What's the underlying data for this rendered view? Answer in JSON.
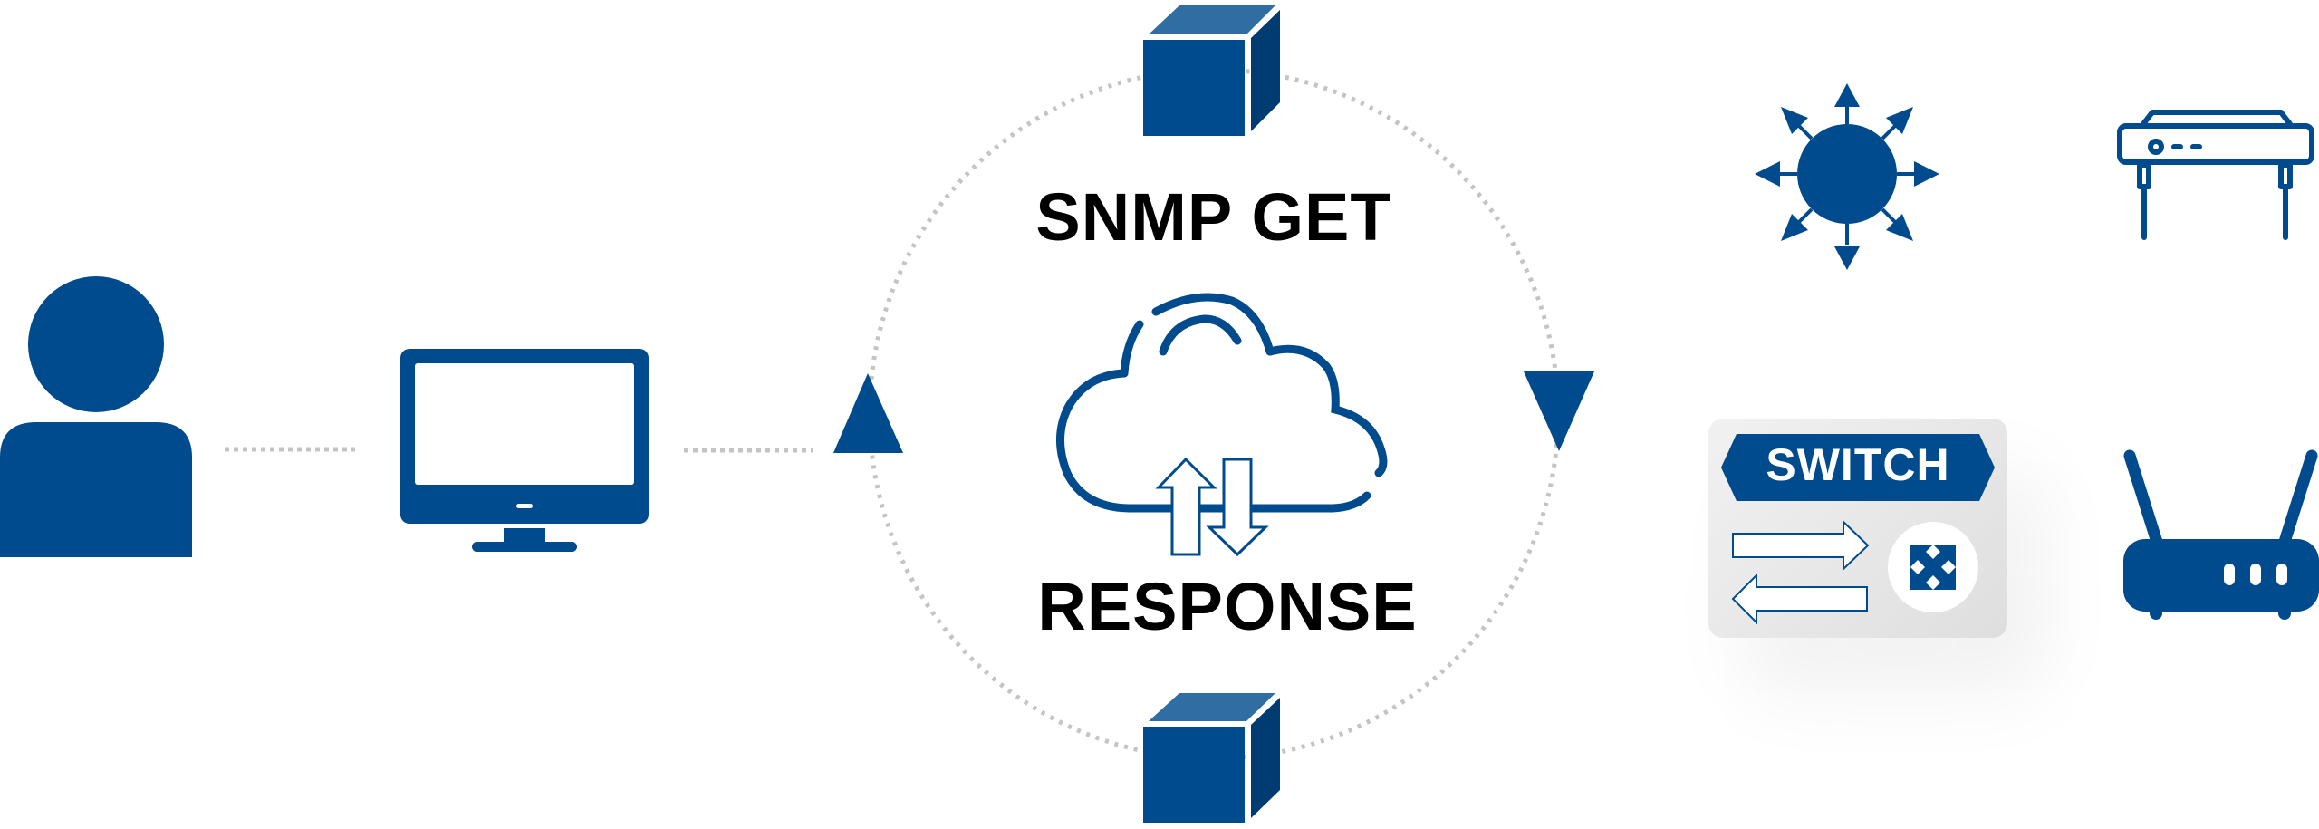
{
  "diagram": {
    "title": "SNMP GET / RESPONSE flow",
    "colors": {
      "primary": "#004B8D",
      "cube_top": "#306DA2",
      "cube_side": "#003C72",
      "dotted_line": "#C4C4C4",
      "text": "#000000",
      "switch_card_bg": "#EAEAEA",
      "white": "#FFFFFF"
    },
    "labels": {
      "request": "SNMP GET",
      "response": "RESPONSE",
      "switch": "SWITCH"
    },
    "nodes": [
      {
        "id": "user",
        "icon": "person-icon"
      },
      {
        "id": "manager-computer",
        "icon": "monitor-icon"
      },
      {
        "id": "snmp-cycle",
        "icon": "cloud-transfer-icon"
      },
      {
        "id": "hub",
        "icon": "hub-broadcast-icon"
      },
      {
        "id": "modem",
        "icon": "modem-icon"
      },
      {
        "id": "switch",
        "icon": "switch-icon"
      },
      {
        "id": "router",
        "icon": "router-icon"
      }
    ],
    "connections": [
      {
        "from": "user",
        "to": "manager-computer",
        "style": "dotted"
      },
      {
        "from": "manager-computer",
        "to": "snmp-cycle",
        "style": "dotted"
      }
    ],
    "cycle_arrows": [
      {
        "position": "left",
        "direction": "up"
      },
      {
        "position": "right",
        "direction": "down"
      }
    ],
    "packets": [
      {
        "position": "top",
        "icon": "cube-icon"
      },
      {
        "position": "bottom",
        "icon": "cube-icon"
      }
    ]
  }
}
